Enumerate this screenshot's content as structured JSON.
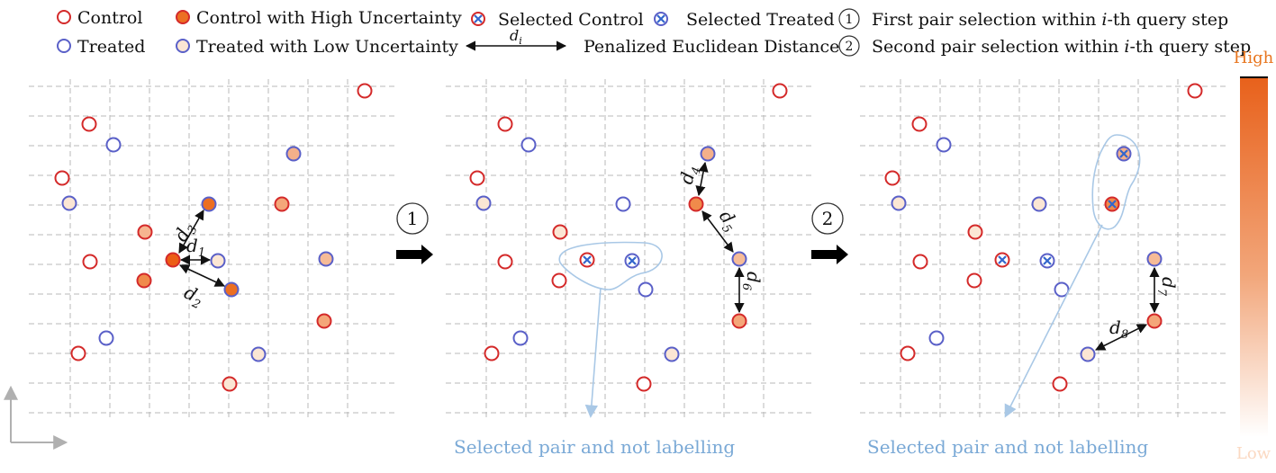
{
  "legend": {
    "control": "Control",
    "control_high": "Control with High Uncertainty",
    "selected_control": "Selected Control",
    "selected_treated": "Selected Treated",
    "first_pair": "First pair selection within ",
    "first_pair_math": "i",
    "first_pair_tail": "-th query step",
    "treated": "Treated",
    "treated_low": "Treated with Low Uncertainty",
    "distance_symbol": "d",
    "distance_sub": "i",
    "distance": "Penalized Euclidean Distance",
    "second_pair": "Second pair selection within ",
    "second_pair_math": "i",
    "second_pair_tail": "-th query step",
    "step1_number": "1",
    "step2_number": "2"
  },
  "colorbar": {
    "high": "High",
    "low": "Low"
  },
  "colors": {
    "control_stroke": "#d42a2a",
    "treated_stroke": "#5a60c8",
    "high_fill": "#ec6f22",
    "low_fill": "#fbe6d4",
    "selected_cross": "#3366cc",
    "annotation_blue": "#8ab8dc",
    "caption_blue": "#7aa9d6"
  },
  "panels": [
    {
      "distances": [
        {
          "sym": "d",
          "sub": "3"
        },
        {
          "sym": "d",
          "sub": "1"
        },
        {
          "sym": "d",
          "sub": "2"
        }
      ]
    },
    {
      "distances": [
        {
          "sym": "d",
          "sub": "4"
        },
        {
          "sym": "d",
          "sub": "5"
        },
        {
          "sym": "d",
          "sub": "6"
        }
      ],
      "caption": "Selected pair and not labelling"
    },
    {
      "distances": [
        {
          "sym": "d",
          "sub": "7"
        },
        {
          "sym": "d",
          "sub": "8"
        }
      ],
      "caption": "Selected pair and not labelling"
    }
  ]
}
